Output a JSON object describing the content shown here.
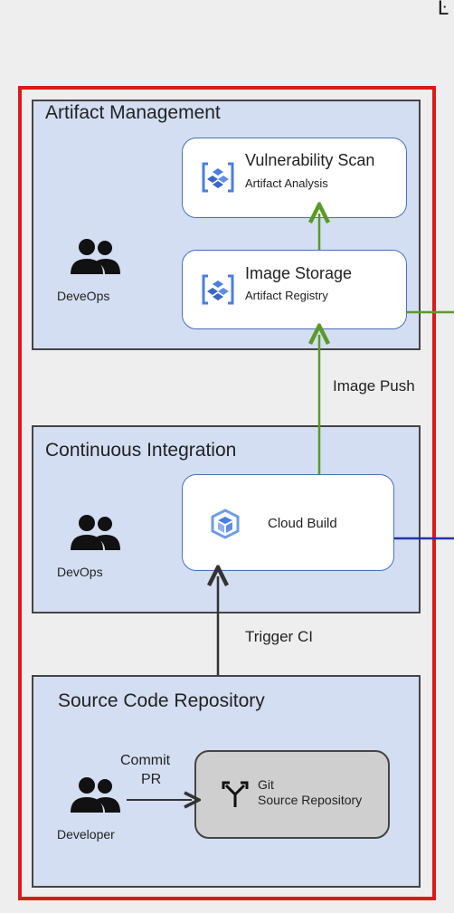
{
  "sections": {
    "artifact": {
      "title": "Artifact Management",
      "role": "DeveOps",
      "services": {
        "scan": {
          "title": "Vulnerability Scan",
          "subtitle": "Artifact Analysis",
          "icon": "artifact-analysis-icon"
        },
        "storage": {
          "title": "Image Storage",
          "subtitle": "Artifact Registry",
          "icon": "artifact-registry-icon"
        }
      }
    },
    "ci": {
      "title": "Continuous Integration",
      "role": "DevOps",
      "services": {
        "build": {
          "title": "Cloud Build",
          "icon": "cloud-build-icon"
        }
      }
    },
    "source": {
      "title": "Source Code Repository",
      "role": "Developer",
      "services": {
        "git": {
          "title": "Git",
          "subtitle": "Source Repository",
          "icon": "git-branch-icon"
        }
      }
    }
  },
  "edges": {
    "image_push": "Image Push",
    "trigger_ci": "Trigger CI",
    "commit_line1": "Commit",
    "commit_line2": "PR"
  },
  "colors": {
    "frame": "#e01818",
    "section_fill": "#d3def2",
    "green_arrow": "#5a9a2a",
    "dark_arrow": "#333333",
    "blue_line": "#2233aa",
    "gcp_blue": "#4a7ee0"
  }
}
